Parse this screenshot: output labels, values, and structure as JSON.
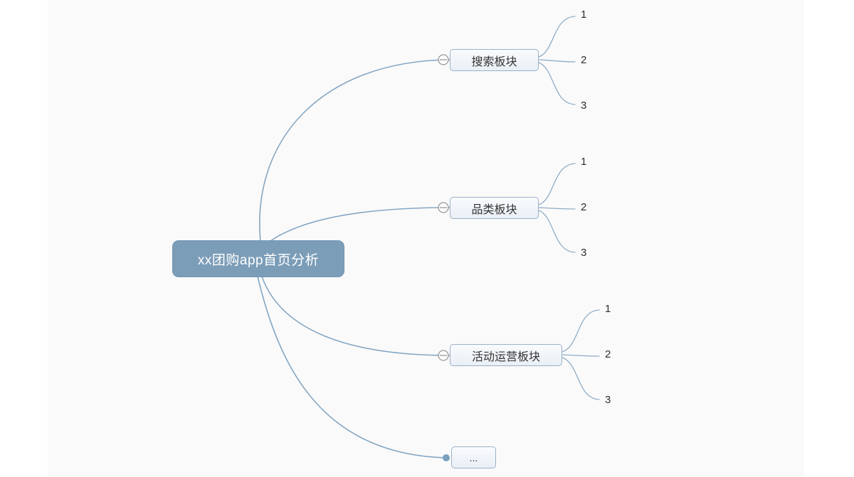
{
  "mindmap": {
    "title": "xx团购app首页分析 mind map",
    "root": {
      "label": "xx团购app首页分析"
    },
    "topics": [
      {
        "label": "搜索板块",
        "collapse_icon": "minus-circle",
        "children": [
          "1",
          "2",
          "3"
        ]
      },
      {
        "label": "品类板块",
        "collapse_icon": "minus-circle",
        "children": [
          "1",
          "2",
          "3"
        ]
      },
      {
        "label": "活动运营板块",
        "collapse_icon": "minus-circle",
        "children": [
          "1",
          "2",
          "3"
        ]
      },
      {
        "label": "...",
        "collapse_icon": "dot",
        "children": []
      }
    ]
  },
  "colors": {
    "canvas_background": "#fafafa",
    "page_margin": "#ffffff",
    "root_fill": "#7c9db8",
    "root_text": "#ffffff",
    "branch_line": "#85a7c4",
    "topic_border": "#9bb1c7",
    "topic_fill": "#eef3f9",
    "topic_text": "#333333",
    "collapse_icon_stroke": "#999999",
    "dot_fill": "#7aa0bf"
  }
}
